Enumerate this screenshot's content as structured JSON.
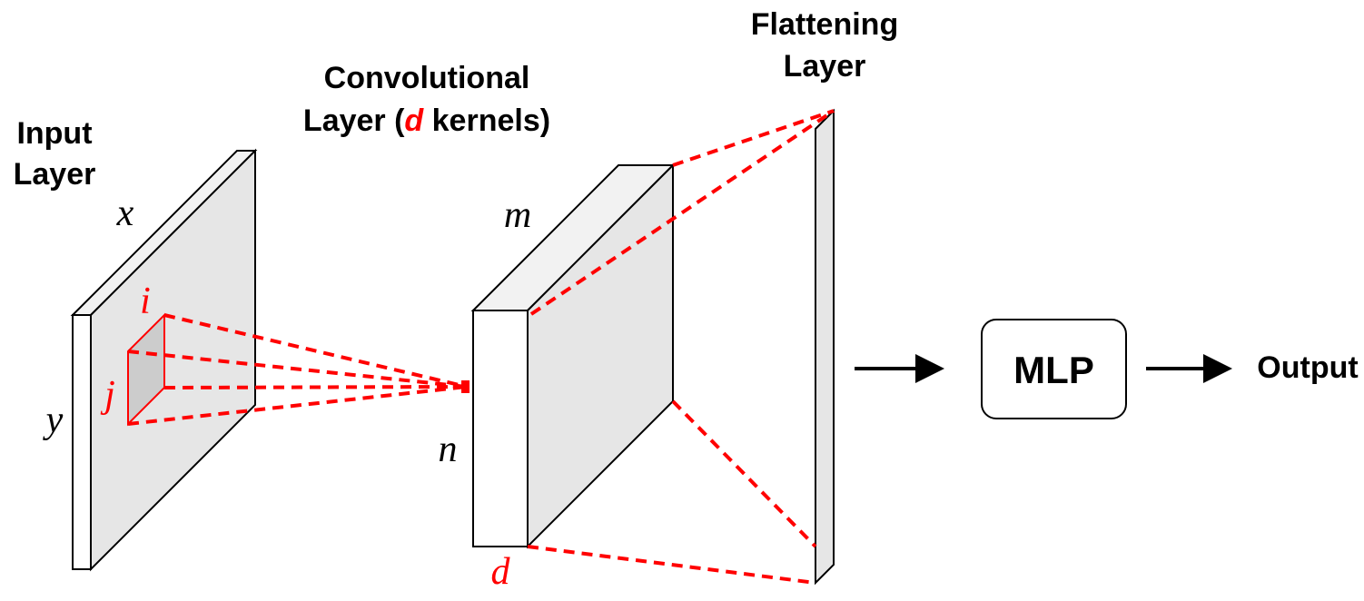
{
  "labels": {
    "input_line1": "Input",
    "input_line2": "Layer",
    "conv_line1": "Convolutional",
    "conv_line2_pre": "Layer (",
    "conv_line2_var": "d",
    "conv_line2_post": " kernels)",
    "flat_line1": "Flattening",
    "flat_line2": "Layer",
    "mlp": "MLP",
    "output": "Output"
  },
  "math": {
    "x": "x",
    "y": "y",
    "i": "i",
    "j": "j",
    "m": "m",
    "n": "n",
    "d": "d"
  },
  "colors": {
    "accent": "#ff0000",
    "face_gray": "#e6e6e6",
    "top_gray": "#f2f2f2",
    "patch_gray": "#cccccc",
    "line": "#000000"
  }
}
